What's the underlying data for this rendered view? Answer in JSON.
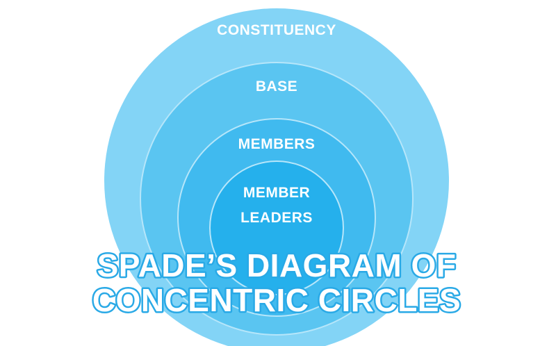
{
  "diagram": {
    "rings": [
      {
        "id": "constituency",
        "label": "CONSTITUENCY",
        "fill": "#83d4f6"
      },
      {
        "id": "base",
        "label": "BASE",
        "fill": "#5ac5f1"
      },
      {
        "id": "members",
        "label": "MEMBERS",
        "fill": "#40baef"
      },
      {
        "id": "member-leaders",
        "label_lines": [
          "MEMBER",
          "LEADERS"
        ],
        "fill": "#25b0ec"
      }
    ],
    "ring_stroke": "#b6e6fa",
    "title_lines": [
      "SPADE’S DIAGRAM OF",
      "CONCENTRIC CIRCLES"
    ],
    "title_fill": "#ffffff",
    "title_outline": "#29a9e6"
  }
}
